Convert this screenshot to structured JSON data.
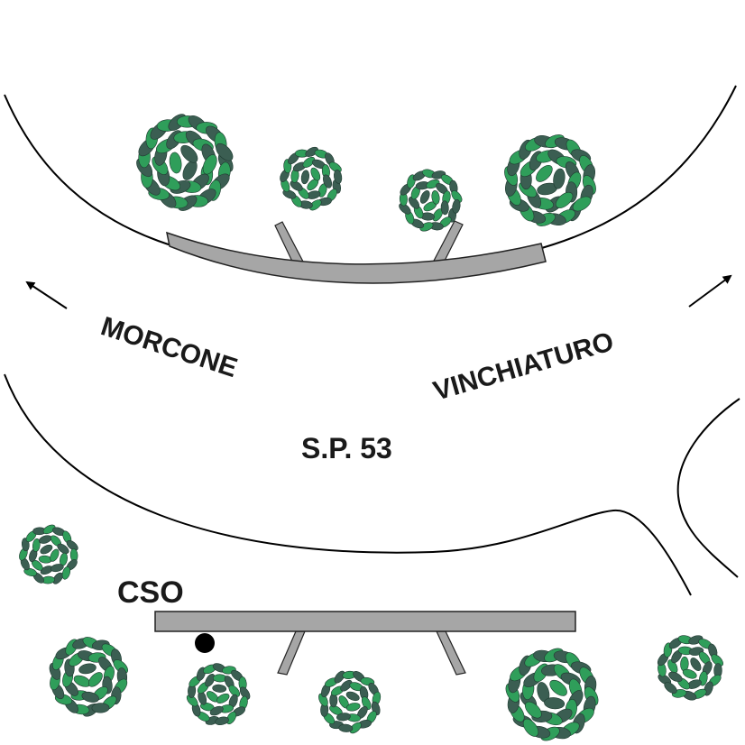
{
  "labels": {
    "west_direction": "MORCONE",
    "east_direction": "VINCHIATURO",
    "road": "S.P. 53",
    "site": "CSO"
  },
  "colors": {
    "road_edge": "#000000",
    "barrier_fill": "#a6a6a6",
    "barrier_stroke": "#222222",
    "tree_light": "#2f9e5a",
    "tree_dark": "#3b5e52",
    "label": "#1a1a1a"
  },
  "icons": {
    "tree": "tree-canopy-icon",
    "arrow": "direction-arrow-icon",
    "station": "station-point-icon"
  }
}
